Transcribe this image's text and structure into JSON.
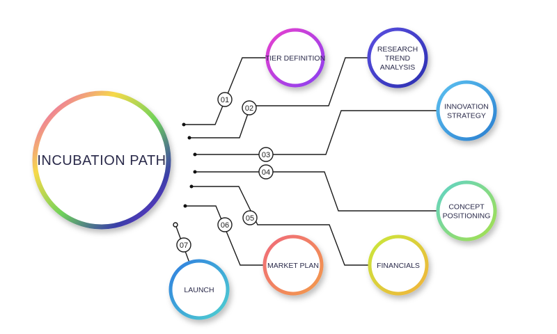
{
  "main": {
    "label": "INCUBATION PATH"
  },
  "steps": [
    {
      "number": "01",
      "lines": [
        "TIER DEFINITION"
      ]
    },
    {
      "number": "02",
      "lines": [
        "RESEARCH",
        "TREND",
        "ANALYSIS"
      ]
    },
    {
      "number": "03",
      "lines": [
        "INNOVATION",
        "STRATEGY"
      ]
    },
    {
      "number": "04",
      "lines": [
        "CONCEPT",
        "POSITIONING"
      ]
    },
    {
      "number": "05",
      "lines": [
        "FINANCIALS"
      ]
    },
    {
      "number": "06",
      "lines": [
        "MARKET PLAN"
      ]
    },
    {
      "number": "07",
      "lines": [
        "LAUNCH"
      ]
    }
  ],
  "colors": {
    "main_ring": [
      "#e93fd0",
      "#f6d94a",
      "#6fd25a",
      "#3a3fa8",
      "#7a2bd8"
    ],
    "tier": [
      "#e83fcf",
      "#8a3ff0"
    ],
    "research": [
      "#5a4fe0",
      "#2b2fb0"
    ],
    "innovation": [
      "#5bc0f0",
      "#2a7fd0"
    ],
    "concept": [
      "#5fd3c8",
      "#a6e04a"
    ],
    "financials": [
      "#c8e83a",
      "#f2b33a"
    ],
    "market": [
      "#f06a7a",
      "#f29a4a"
    ],
    "launch": [
      "#2f7ee0",
      "#4fd0d0"
    ]
  }
}
